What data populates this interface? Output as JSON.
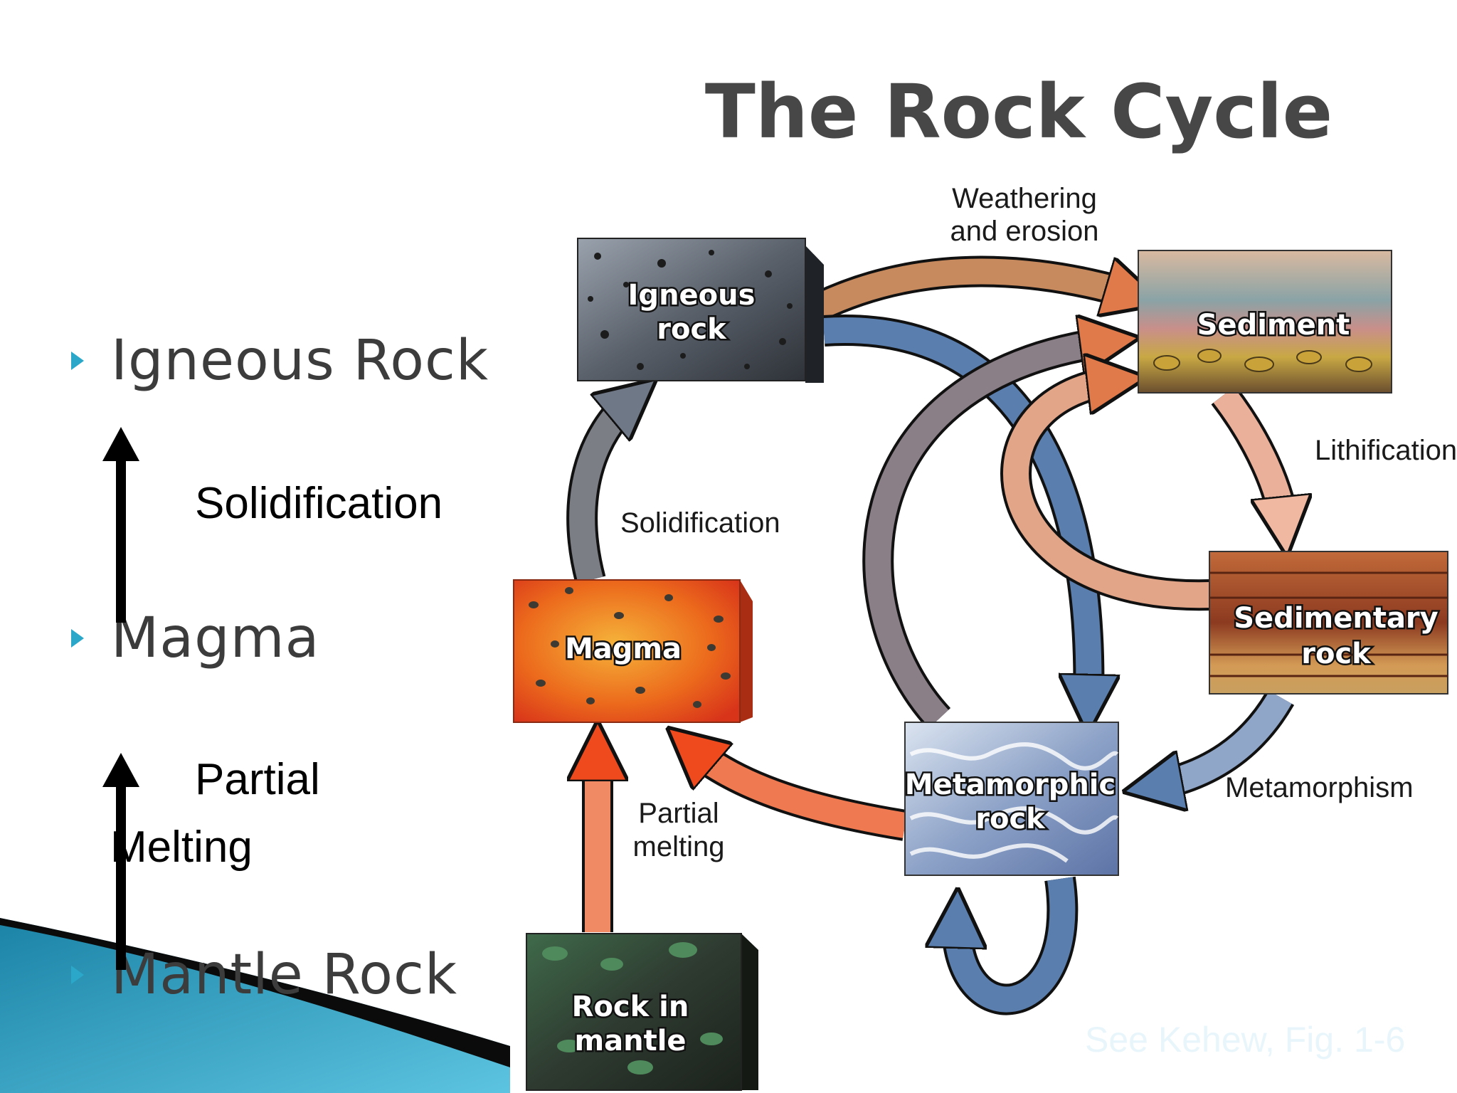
{
  "title": "The Rock Cycle",
  "bullets": [
    "Igneous Rock",
    "Magma",
    "Mantle Rock"
  ],
  "steps": {
    "upper": "Solidification",
    "lower_line1": "Partial",
    "lower_line2": "Melting"
  },
  "boxes": {
    "igneous": [
      "Igneous",
      "rock"
    ],
    "sediment": "Sediment",
    "sedimentary": [
      "Sedimentary",
      "rock"
    ],
    "metamorphic": [
      "Metamorphic",
      "rock"
    ],
    "magma": "Magma",
    "mantle": [
      "Rock in",
      "mantle"
    ]
  },
  "process_labels": {
    "weathering": [
      "Weathering",
      "and erosion"
    ],
    "lithification": "Lithification",
    "solidification": "Solidification",
    "partial_melting": [
      "Partial",
      "melting"
    ],
    "metamorphism": "Metamorphism"
  },
  "credit": "See Kehew, Fig. 1-6",
  "colors": {
    "bullet": "#2ba8c9",
    "arrow_orange": "#e07a4a",
    "arrow_blue": "#5a7fae",
    "arrow_grey": "#6f7886"
  }
}
